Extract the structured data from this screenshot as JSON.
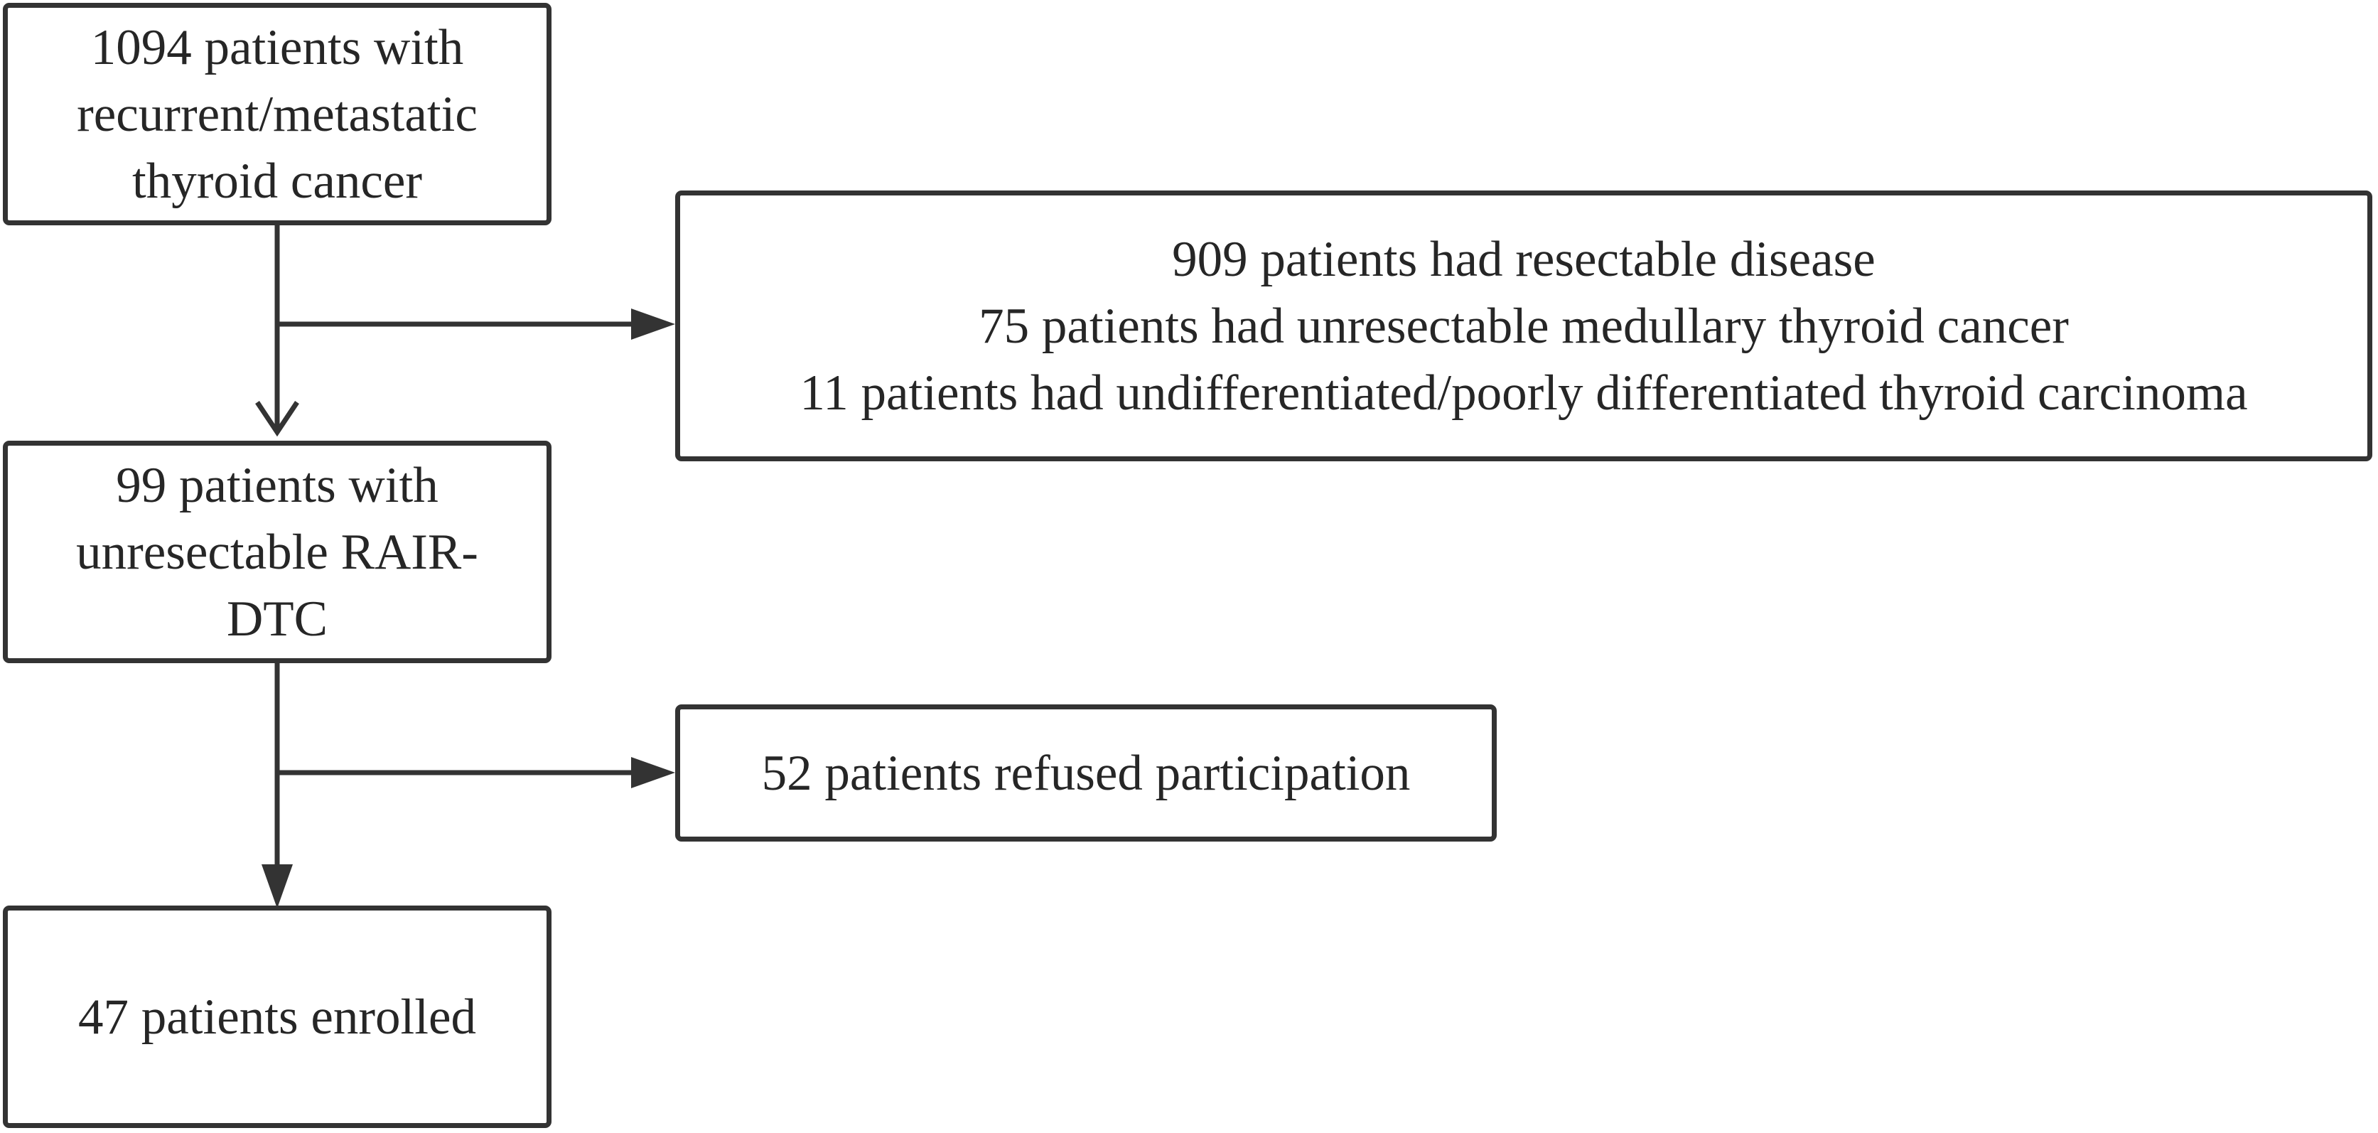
{
  "flowchart": {
    "start": {
      "lines": [
        "1094 patients with",
        "recurrent/metastatic",
        "thyroid cancer"
      ]
    },
    "exclusion_1": {
      "lines": [
        "909 patients had resectable disease",
        "75 patients had unresectable medullary thyroid cancer",
        "11 patients had undifferentiated/poorly differentiated  thyroid carcinoma"
      ]
    },
    "intermediate": {
      "lines": [
        "99 patients with",
        "unresectable RAIR-",
        "DTC"
      ]
    },
    "exclusion_2": {
      "lines": [
        "52 patients refused participation"
      ]
    },
    "final": {
      "lines": [
        "47 patients enrolled"
      ]
    }
  },
  "colors": {
    "border": "#333333",
    "text": "#262626",
    "background": "#ffffff"
  }
}
